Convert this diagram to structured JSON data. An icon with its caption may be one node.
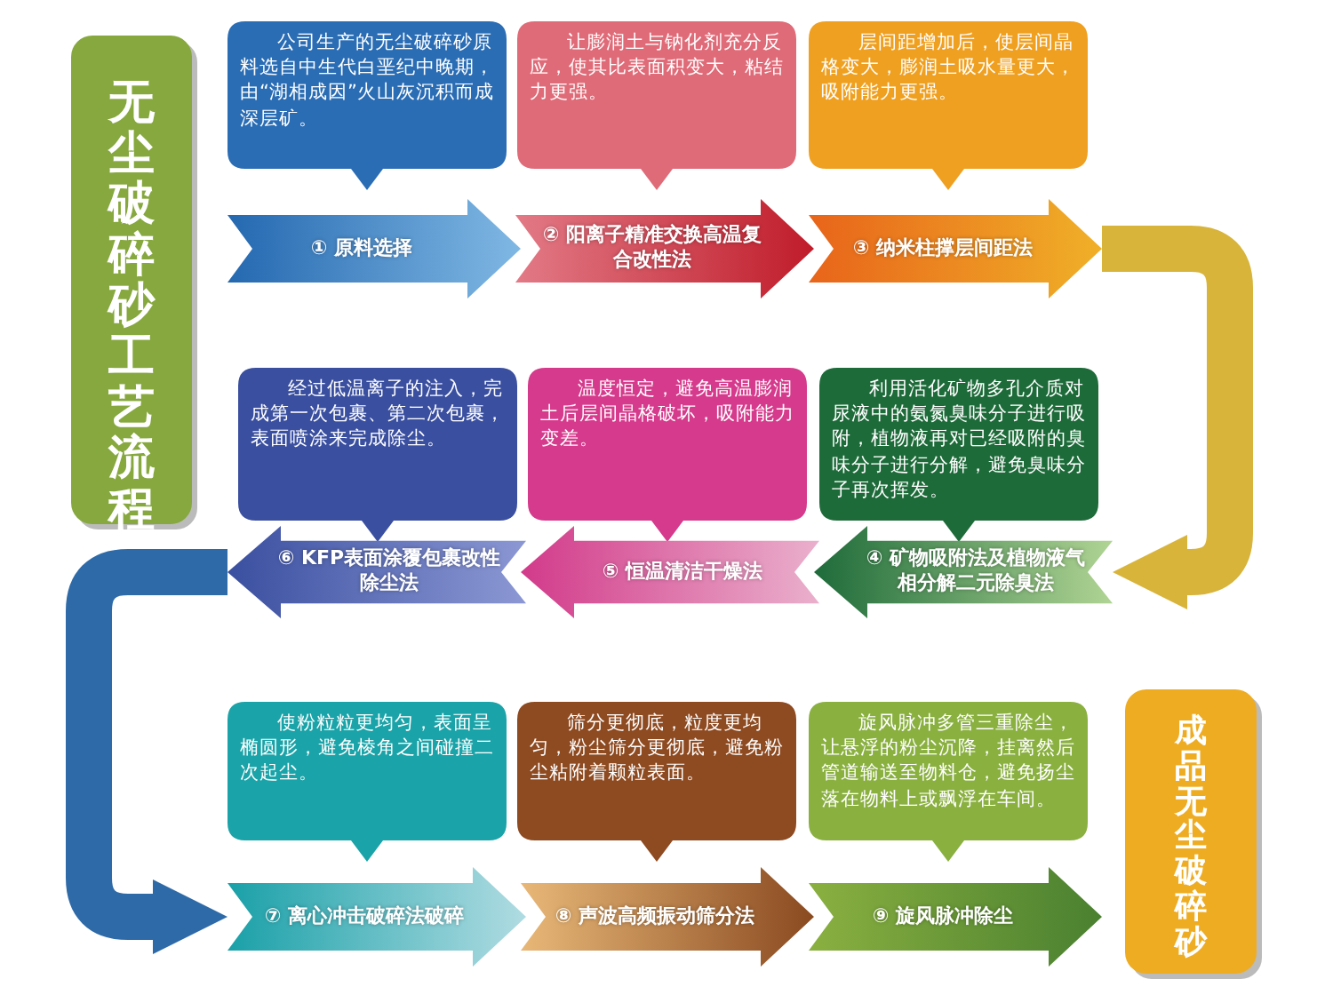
{
  "diagram": {
    "nodes": [
      {
        "text": [
          "无尘破碎砂工艺流程"
        ]
      },
      {
        "text": [
          "公司生产的无尘破碎砂原料选自中生代白垩纪中晚期，由“湖相成因”火山灰沉积而成深层矿。"
        ]
      },
      {
        "text": [
          "让膨润土与钠化剂充分反应，使其比表面积变大，粘结力更强。"
        ]
      },
      {
        "text": [
          "层间距增加后，使层间晶格变大，膨润土吸水量更大，吸附能力更强。"
        ]
      },
      {
        "text": [
          "① 原料选择"
        ]
      },
      {
        "text": [
          "② 阳离子精准交换高温复合改性法"
        ]
      },
      {
        "text": [
          "③ 纳米柱撑层间距法"
        ]
      },
      {
        "text": [
          "经过低温离子的注入，完成第一次包裹、第二次包裹，表面喷涂来完成除尘。"
        ]
      },
      {
        "text": [
          "温度恒定，避免高温膨润土后层间晶格破坏，吸附能力变差。"
        ]
      },
      {
        "text": [
          "利用活化矿物多孔介质对尿液中的氨氮臭味分子进行吸附，植物液再对已经吸附的臭味分子进行分解，避免臭味分子再次挥发。"
        ]
      },
      {
        "text": [
          "⑥ KFP表面涂覆包裹改性除尘法"
        ]
      },
      {
        "text": [
          "⑤ 恒温清洁干燥法"
        ]
      },
      {
        "text": [
          "④ 矿物吸附法及植物液气相分解二元除臭法"
        ]
      },
      {
        "text": [
          "使粉粒粒更均匀，表面呈椭圆形，避免棱角之间碰撞二次起尘。"
        ]
      },
      {
        "text": [
          "筛分更彻底，粒度更均匀，粉尘筛分更彻底，避免粉尘粘附着颗粒表面。"
        ]
      },
      {
        "text": [
          "旋风脉冲多管三重除尘，让悬浮的粉尘沉降，挂离然后管道输送至物料仓，避免扬尘落在物料上或飘浮在车间。"
        ]
      },
      {
        "text": [
          "⑦ 离心冲击破碎法破碎"
        ]
      },
      {
        "text": [
          "⑧ 声波高频振动筛分法"
        ]
      },
      {
        "text": [
          "⑨ 旋风脉冲除尘"
        ]
      },
      {
        "text": [
          "成品无尘破碎砂"
        ]
      }
    ],
    "edges": [
      {
        "from": 6,
        "to": 12,
        "arrow": "to",
        "color": "#d8b43a"
      },
      {
        "from": 10,
        "to": 16,
        "arrow": "to",
        "color": "#2e6aa8"
      }
    ]
  }
}
